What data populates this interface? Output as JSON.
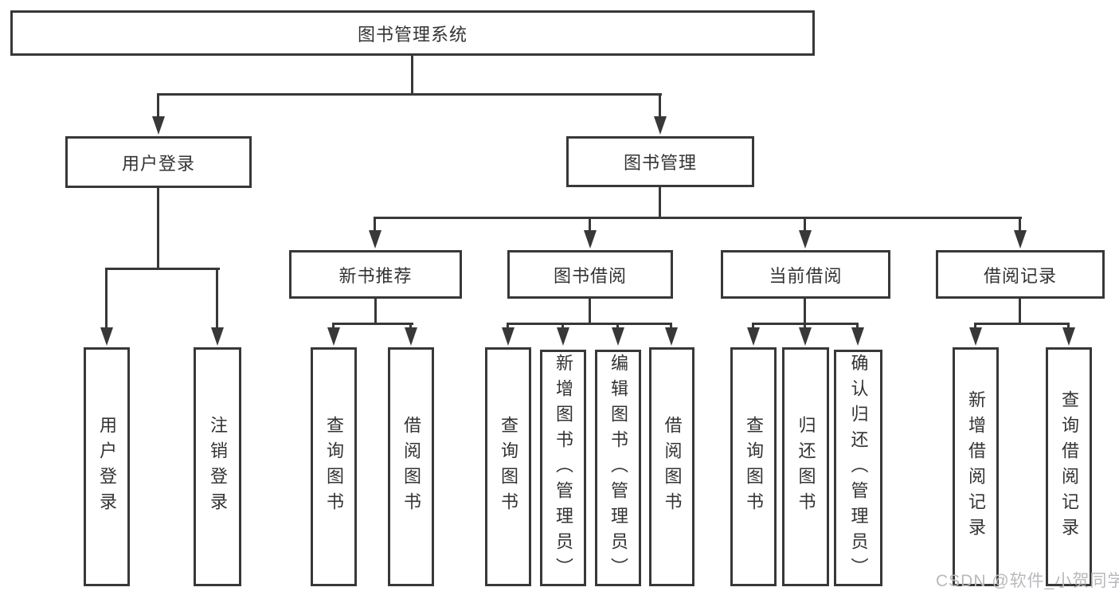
{
  "diagram": {
    "type": "hierarchy-tree",
    "root": {
      "label": "图书管理系统",
      "children": [
        {
          "label": "用户登录",
          "children": [
            {
              "label": "用户登录"
            },
            {
              "label": "注销登录"
            }
          ]
        },
        {
          "label": "图书管理",
          "children": [
            {
              "label": "新书推荐",
              "children": [
                {
                  "label": "查询图书"
                },
                {
                  "label": "借阅图书"
                }
              ]
            },
            {
              "label": "图书借阅",
              "children": [
                {
                  "label": "查询图书"
                },
                {
                  "label": "新增图书（管理员）"
                },
                {
                  "label": "编辑图书（管理员）"
                },
                {
                  "label": "借阅图书"
                }
              ]
            },
            {
              "label": "当前借阅",
              "children": [
                {
                  "label": "查询图书"
                },
                {
                  "label": "归还图书"
                },
                {
                  "label": "确认归还（管理员）"
                }
              ]
            },
            {
              "label": "借阅记录",
              "children": [
                {
                  "label": "新增借阅记录"
                },
                {
                  "label": "查询借阅记录"
                }
              ]
            }
          ]
        }
      ]
    }
  },
  "watermark": {
    "text": "CSDN @软件_小贺同学"
  },
  "colors": {
    "line": "#383838",
    "box_border": "#383838",
    "text": "#333333",
    "watermark": "#b9b9bd",
    "background": "#ffffff"
  }
}
